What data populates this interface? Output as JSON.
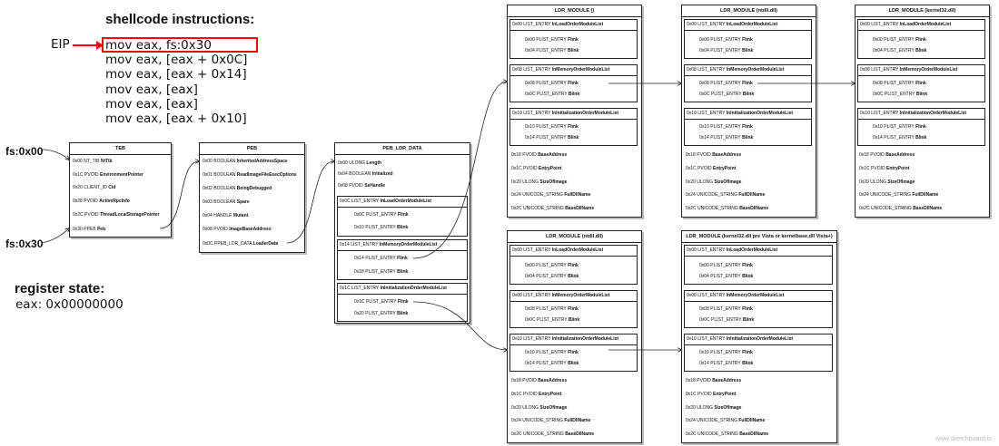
{
  "header": {
    "instructions_title": "shellcode instructions:",
    "eip_label": "EIP",
    "instructions": [
      "mov eax, fs:0x30",
      "mov eax, [eax + 0x0C]",
      "mov eax, [eax + 0x14]",
      "mov eax, [eax]",
      "mov eax, [eax]",
      "mov eax, [eax + 0x10]"
    ],
    "register_title": "register state:",
    "register_value": "eax: 0x00000000"
  },
  "side_labels": {
    "fs0": "fs:0x00",
    "fs30": "fs:0x30"
  },
  "teb": {
    "title": "TEB",
    "fields": [
      {
        "off": "0x00 NT_TIB ",
        "name": "NtTib"
      },
      {
        "off": "0x1C PVOID ",
        "name": "EnvironmentPointer"
      },
      {
        "off": "0x20 CLIENT_ID ",
        "name": "Cid"
      },
      {
        "off": "0x28 PVOID ",
        "name": "ActiveRpcInfo"
      },
      {
        "off": "0x2C PVOID ",
        "name": "ThreadLocalStoragePointer"
      },
      {
        "off": "0x30 PPEB ",
        "name": "Peb"
      }
    ]
  },
  "peb": {
    "title": "PEB",
    "fields": [
      {
        "off": "0x00 BOOLEAN ",
        "name": "InheritedAddressSpace"
      },
      {
        "off": "0x01 BOOLEAN ",
        "name": "ReadImageFileExecOptions"
      },
      {
        "off": "0x02 BOOLEAN ",
        "name": "BeingDebugged"
      },
      {
        "off": "0x03 BOOLEAN ",
        "name": "Spare"
      },
      {
        "off": "0x04 HANDLE ",
        "name": "Mutant"
      },
      {
        "off": "0x08 PVOID ",
        "name": "ImageBaseAddress"
      },
      {
        "off": "0x0C PPEB_LDR_DATA ",
        "name": "LoaderData"
      }
    ]
  },
  "ldr_data": {
    "title": "PEB_LDR_DATA",
    "fields": [
      {
        "off": "0x00 ULONG ",
        "name": "Length"
      },
      {
        "off": "0x04 BOOLEAN ",
        "name": "Initialized"
      },
      {
        "off": "0x08 PVOID ",
        "name": "SsHandle"
      }
    ],
    "lists": [
      {
        "off": "0x0C LIST_ENTRY ",
        "name": "InLoadOrderModuleList",
        "flink": "0x0C PLIST_ENTRY ",
        "blink": "0x10 PLIST_ENTRY "
      },
      {
        "off": "0x14 LIST_ENTRY ",
        "name": "InMemoryOrderModuleList",
        "flink": "0x14 PLIST_ENTRY ",
        "blink": "0x18 PLIST_ENTRY "
      },
      {
        "off": "0x1C LIST_ENTRY ",
        "name": "InInitializationOrderModuleList",
        "flink": "0x1C PLIST_ENTRY ",
        "blink": "0x20 PLIST_ENTRY "
      }
    ]
  },
  "flink_word": "Flink",
  "blink_word": "Blink",
  "ldr_module_lists": [
    {
      "off": "0x00 LIST_ENTRY ",
      "name": "InLoadOrderModuleList",
      "flink": "0x00 PLIST_ENTRY ",
      "blink": "0x04 PLIST_ENTRY "
    },
    {
      "off": "0x08 LIST_ENTRY ",
      "name": "InMemoryOrderModuleList",
      "flink": "0x08 PLIST_ENTRY ",
      "blink": "0x0C PLIST_ENTRY "
    },
    {
      "off": "0x10 LIST_ENTRY ",
      "name": "InInitializationOrderModuleList",
      "flink": "0x10 PLIST_ENTRY ",
      "blink": "0x14 PLIST_ENTRY "
    }
  ],
  "ldr_module_fields": [
    {
      "off": "0x18 PVOID ",
      "name": "BaseAddress"
    },
    {
      "off": "0x1C PVOID ",
      "name": "EntryPoint"
    },
    {
      "off": "0x20 ULONG ",
      "name": "SizeOfImage"
    },
    {
      "off": "0x24 UNICODE_STRING ",
      "name": "FullDllName"
    },
    {
      "off": "0x2C UNICODE_STRING ",
      "name": "BaseDllName"
    }
  ],
  "modules": [
    {
      "title": "LDR_MODULE ()"
    },
    {
      "title": "LDR_MODULE (ntdll.dll)"
    },
    {
      "title": "LDR_MODULE (kernel32.dll)"
    },
    {
      "title": "LDR_MODULE (ntdll.dll)"
    },
    {
      "title": "LDR_MODULE (kernel32.dll pre Vista or kernelbase.dll Vista+)"
    }
  ],
  "watermark": "www.sketchboard.io"
}
